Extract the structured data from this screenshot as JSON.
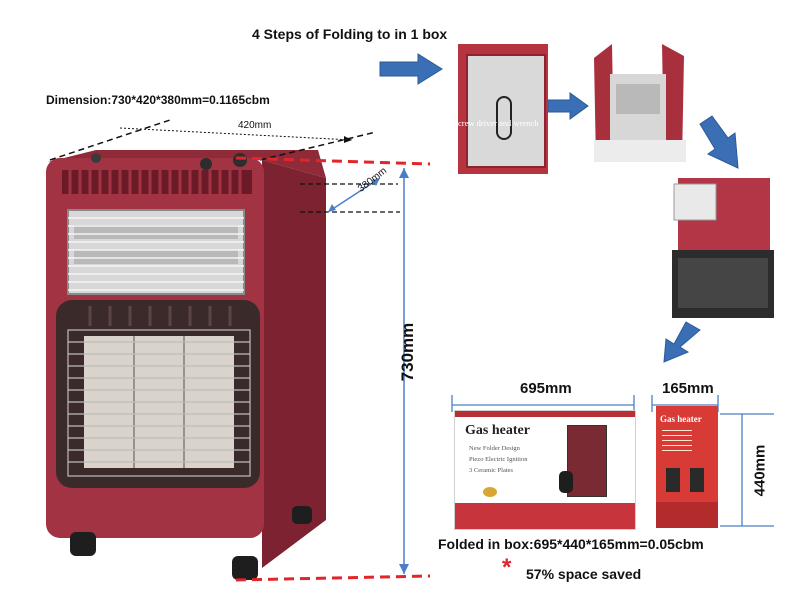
{
  "header": {
    "steps_title": "4 Steps of Folding to in 1 box",
    "dimension_label": "Dimension:730*420*380mm=0.1165cbm"
  },
  "dimensions": {
    "width_label": "420mm",
    "depth_label": "380mm",
    "height_label": "730mm",
    "box_length_label": "695mm",
    "box_depth_label": "165mm",
    "box_height_label": "440mm"
  },
  "step1": {
    "caption": "crew driver and wrench"
  },
  "box": {
    "title": "Gas heater",
    "features": [
      "New Folder Design",
      "Piezo Electric Ignition",
      "3 Ceramic Plates"
    ],
    "side_title": "Gas heater"
  },
  "summary": {
    "folded_label": "Folded in box:695*440*165mm=0.05cbm",
    "asterisk": "*",
    "saved_label": "57% space saved"
  },
  "colors": {
    "heater_red": "#9b2f3e",
    "arrow_blue": "#3a6fb5",
    "dash_red": "#e0262b",
    "dim_blue": "#4a7fc8"
  }
}
